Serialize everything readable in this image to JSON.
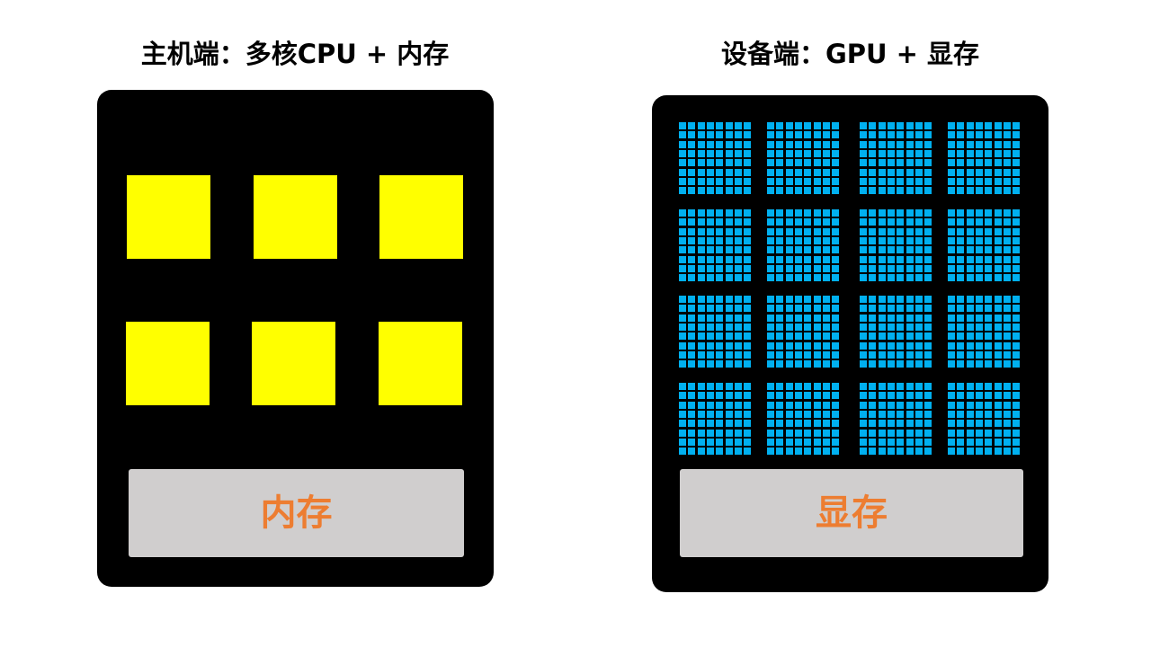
{
  "host": {
    "title": "主机端：多核CPU + 内存",
    "memory_label": "内存",
    "core_count": 6
  },
  "device": {
    "title": "设备端：GPU + 显存",
    "memory_label": "显存",
    "sm_blocks": {
      "rows": 4,
      "cols": 4
    },
    "cells_per_block": {
      "rows": 8,
      "cols": 8
    }
  },
  "colors": {
    "board": "#000000",
    "cpu_core": "#ffff00",
    "gpu_core": "#00b0f0",
    "memory_box": "#d0cece",
    "memory_text": "#ed7d31"
  }
}
